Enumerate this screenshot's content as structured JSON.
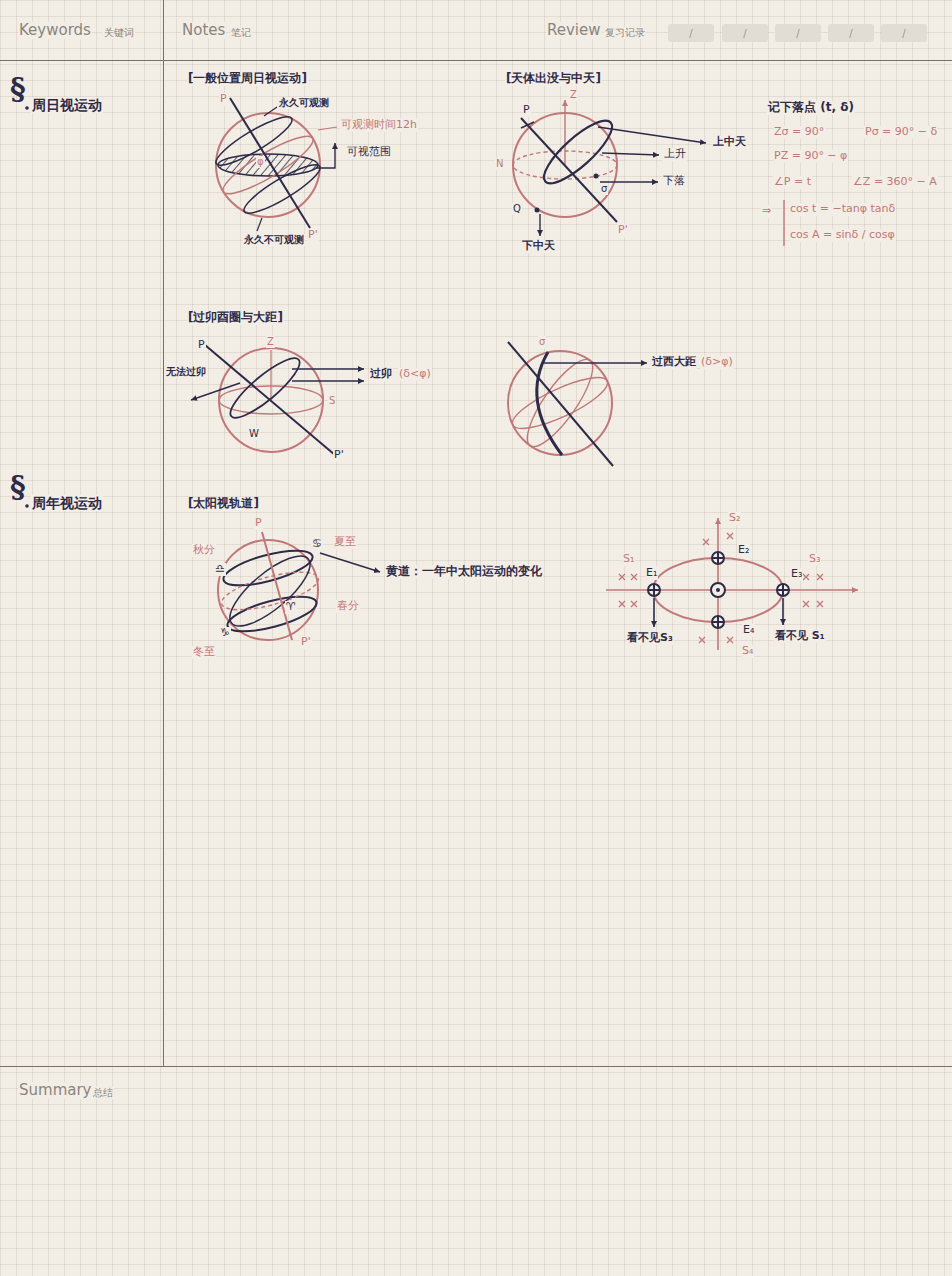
{
  "diagram": {
    "nodes": [
      {
        "text": [
          "/"
        ]
      },
      {
        "text": [
          "/"
        ]
      },
      {
        "text": [
          "/"
        ]
      },
      {
        "text": [
          "/"
        ]
      },
      {
        "text": [
          "/"
        ]
      }
    ],
    "labels": [
      "Keywords",
      "关键词",
      "Notes",
      "笔记",
      "Review",
      "复习记录",
      "§",
      "周日视运动",
      "§",
      "周年视运动",
      "[一般位置周日视运动]",
      "P",
      "永久可观测",
      "可观测时间12h",
      "可视范围",
      "φ",
      "P'",
      "永久不可观测",
      "[天体出没与中天]",
      "Z",
      "P",
      "N",
      "Q",
      "σ",
      "上中天",
      "上升",
      "下落",
      "P'",
      "下中天",
      "记下落点 (t, δ)",
      "Zσ = 90°",
      "Pσ = 90° − δ",
      "PZ = 90° − φ",
      "∠P = t",
      "∠Z = 360° − A",
      "⇒",
      "cos t = −tanφ tanδ",
      "cos A = sinδ / cosφ",
      "[过卯酉圈与大距]",
      "P",
      "Z",
      "无法过卯",
      "过卯",
      "(δ<φ)",
      "S",
      "W",
      "P'",
      "σ",
      "过西大距",
      "(δ>φ)",
      "[太阳视轨道]",
      "P",
      "秋分",
      "♎",
      "♋",
      "夏至",
      "黄道：一年中太阳运动的变化",
      "春分",
      "♈",
      "♑",
      "冬至",
      "P'",
      "S₂",
      "S₁",
      "E₁",
      "E₂",
      "S₃",
      "E₃",
      "E₄",
      "S₄",
      "看不见S₃",
      "看不见 S₁",
      "Summary",
      "总结"
    ]
  }
}
